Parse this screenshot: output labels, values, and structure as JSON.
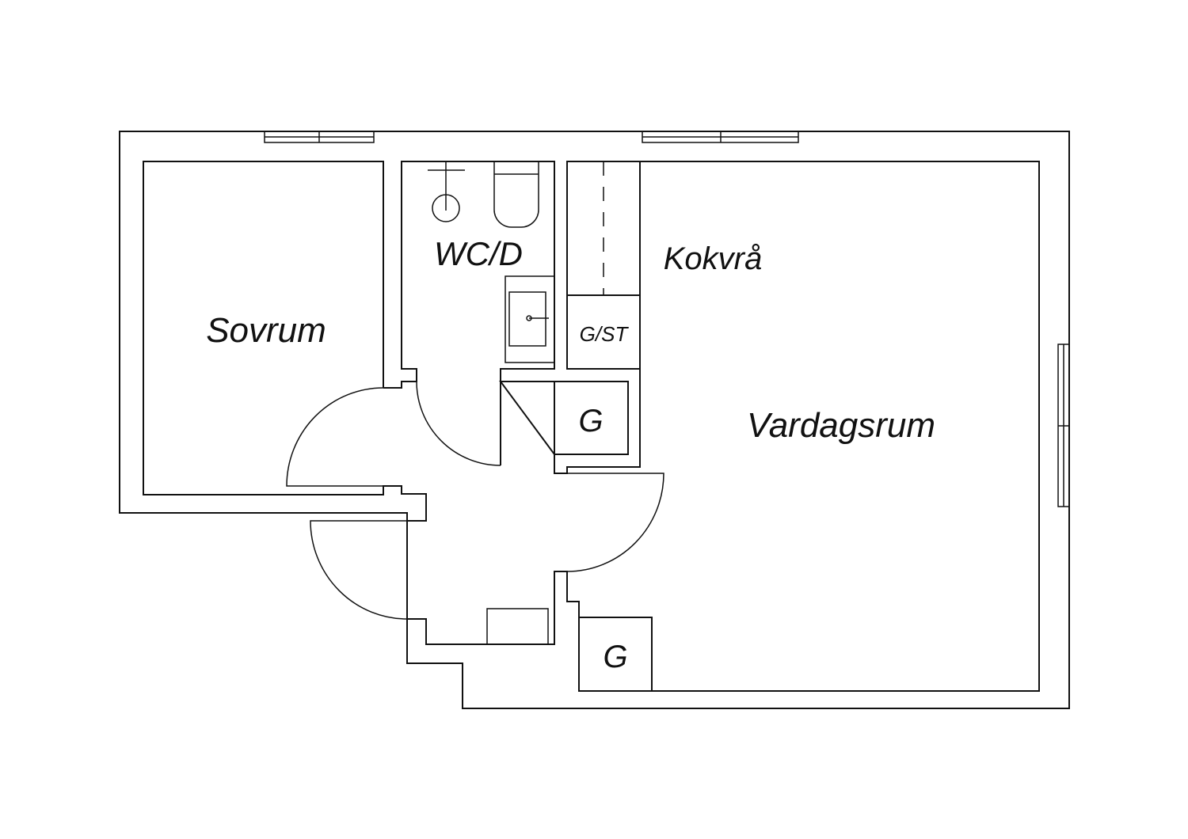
{
  "plan": {
    "rooms": {
      "bedroom": "Sovrum",
      "bathroom": "WC/D",
      "kitchen": "Kokvrå",
      "living": "Vardagsrum",
      "kitchen_storage": "G/ST",
      "closet_hall": "G",
      "closet_living": "G"
    },
    "colors": {
      "line": "#111111",
      "background": "#ffffff"
    }
  }
}
